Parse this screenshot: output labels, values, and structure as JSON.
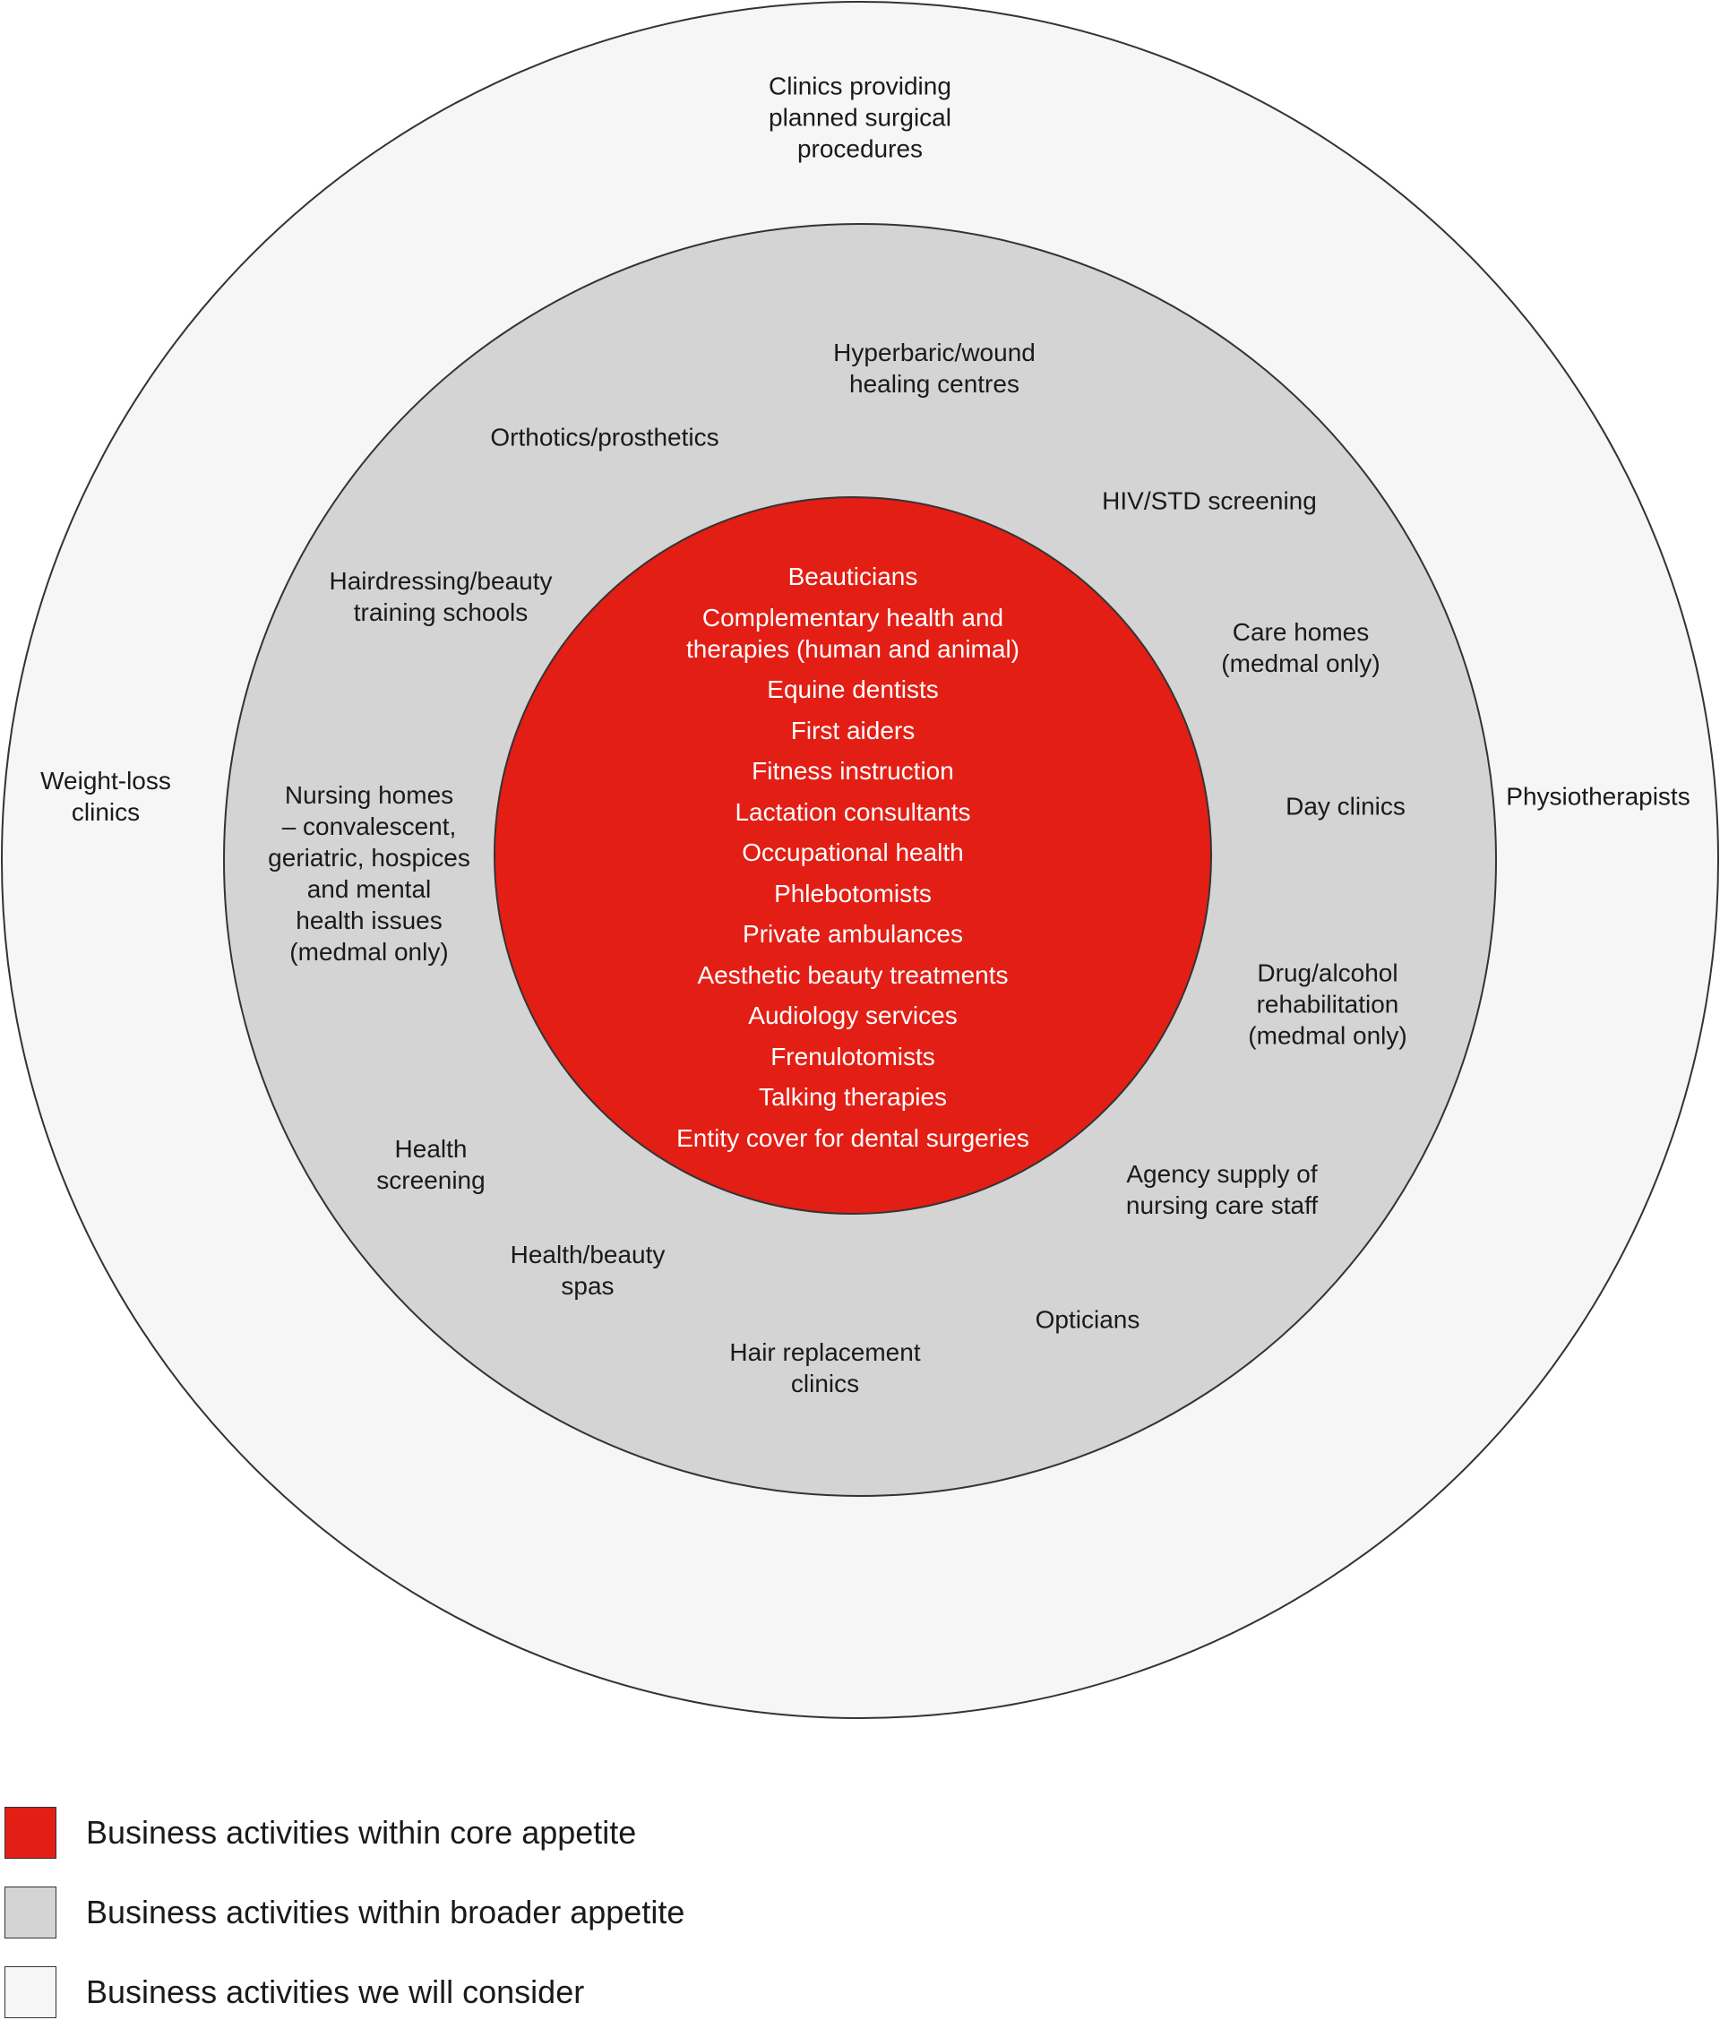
{
  "colors": {
    "core": "#e31e15",
    "broader": "#d4d4d4",
    "consider": "#f6f6f6",
    "stroke": "#333333",
    "core_text": "#ffffff"
  },
  "outer_ring": {
    "items": [
      "Clinics providing\nplanned surgical\nprocedures",
      "Weight-loss\nclinics",
      "Physiotherapists"
    ]
  },
  "middle_ring": {
    "items": [
      "Hyperbaric/wound\nhealing centres",
      "Orthotics/prosthetics",
      "HIV/STD screening",
      "Hairdressing/beauty\ntraining schools",
      "Care homes\n(medmal only)",
      "Nursing homes\n– convalescent,\ngeriatric, hospices\nand mental\nhealth issues\n(medmal only)",
      "Day clinics",
      "Drug/alcohol\nrehabilitation\n(medmal only)",
      "Health\nscreening",
      "Agency supply of\nnursing care staff",
      "Health/beauty\nspas",
      "Opticians",
      "Hair replacement\nclinics"
    ]
  },
  "core": {
    "items": [
      "Beauticians",
      "Complementary health and\ntherapies (human and animal)",
      "Equine dentists",
      "First aiders",
      "Fitness instruction",
      "Lactation consultants",
      "Occupational health",
      "Phlebotomists",
      "Private ambulances",
      "Aesthetic beauty treatments",
      "Audiology services",
      "Frenulotomists",
      "Talking therapies",
      "Entity cover for dental surgeries"
    ]
  },
  "legend": [
    {
      "label": "Business activities within core appetite"
    },
    {
      "label": "Business activities within broader appetite"
    },
    {
      "label": "Business activities we will consider"
    }
  ]
}
